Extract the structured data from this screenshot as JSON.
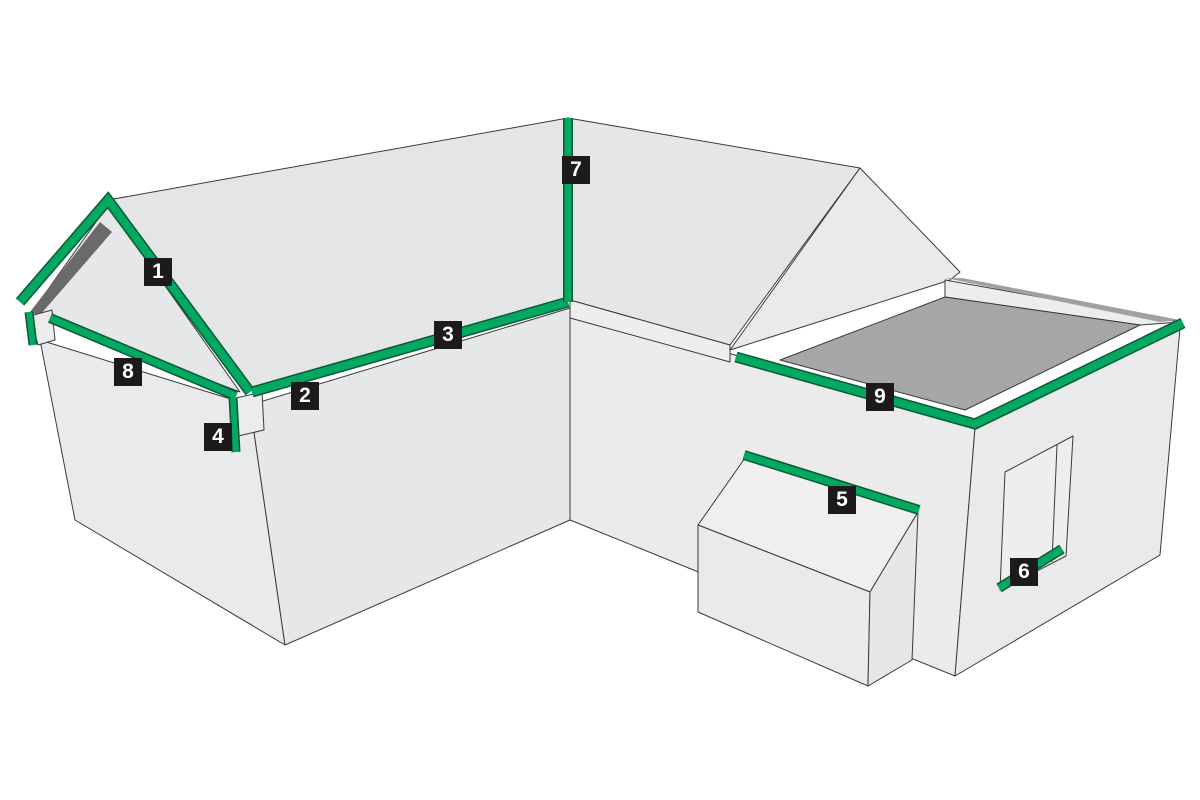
{
  "colors": {
    "trim": "#00a862",
    "trim_edge": "#0a5a36",
    "wall": "#e8e9ea",
    "roof": "#e4e5e6",
    "flat_roof": "#a6a6a7",
    "label_bg": "#1c1a1b"
  },
  "labels": [
    {
      "id": "1",
      "text": "1"
    },
    {
      "id": "2",
      "text": "2"
    },
    {
      "id": "3",
      "text": "3"
    },
    {
      "id": "4",
      "text": "4"
    },
    {
      "id": "5",
      "text": "5"
    },
    {
      "id": "6",
      "text": "6"
    },
    {
      "id": "7",
      "text": "7"
    },
    {
      "id": "8",
      "text": "8"
    },
    {
      "id": "9",
      "text": "9"
    }
  ]
}
